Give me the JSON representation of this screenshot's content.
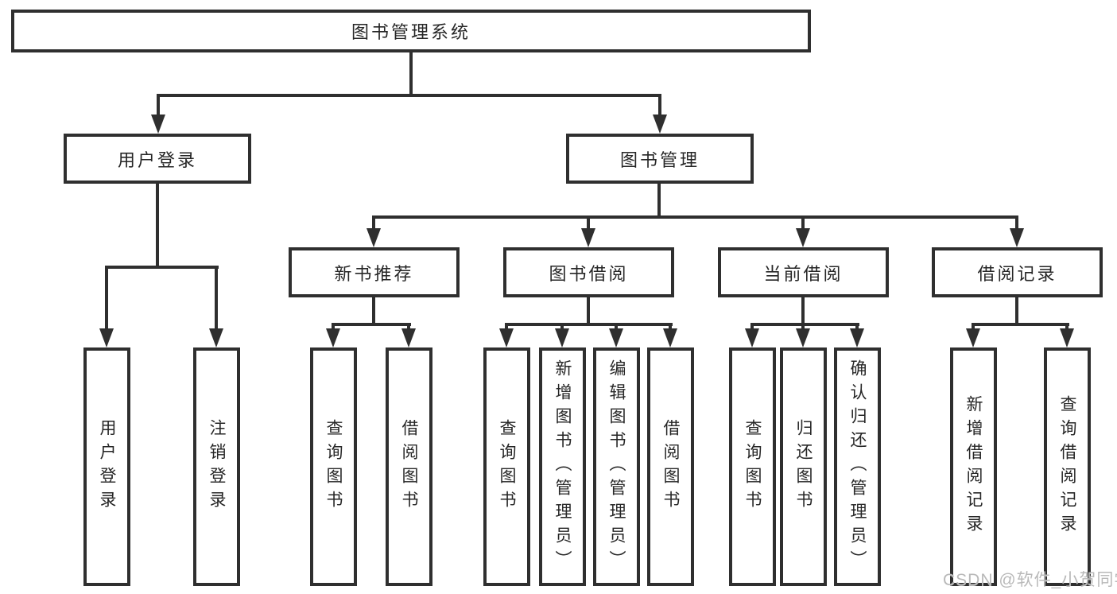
{
  "diagram": {
    "type": "hierarchy-tree",
    "colors": {
      "line": "#2f2f2f",
      "box_fill": "#ffffff",
      "text": "#262626",
      "watermark": "#b9b9b9",
      "bg": "#ffffff"
    },
    "watermark": "CSDN @软件_小贺同学",
    "tree": {
      "label": "图书管理系统",
      "children": [
        {
          "label": "用户登录",
          "children": [
            {
              "label": "用户登录"
            },
            {
              "label": "注销登录"
            }
          ]
        },
        {
          "label": "图书管理",
          "children": [
            {
              "label": "新书推荐",
              "children": [
                {
                  "label": "查询图书"
                },
                {
                  "label": "借阅图书"
                }
              ]
            },
            {
              "label": "图书借阅",
              "children": [
                {
                  "label": "查询图书"
                },
                {
                  "label": "新增图书（管理员）"
                },
                {
                  "label": "编辑图书（管理员）"
                },
                {
                  "label": "借阅图书"
                }
              ]
            },
            {
              "label": "当前借阅",
              "children": [
                {
                  "label": "查询图书"
                },
                {
                  "label": "归还图书"
                },
                {
                  "label": "确认归还（管理员）"
                }
              ]
            },
            {
              "label": "借阅记录",
              "children": [
                {
                  "label": "新增借阅记录"
                },
                {
                  "label": "查询借阅记录"
                }
              ]
            }
          ]
        }
      ]
    }
  }
}
